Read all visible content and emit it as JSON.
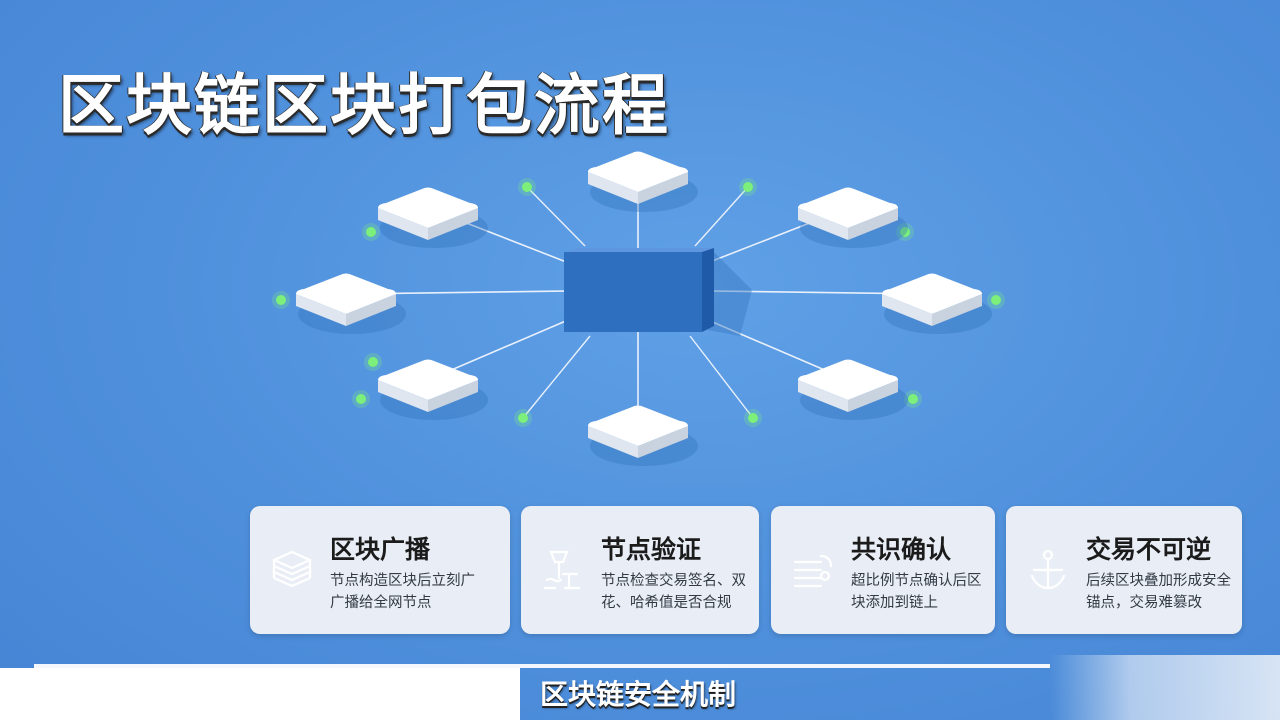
{
  "title": "区块链区块打包流程",
  "colors": {
    "background": "#4f90dc",
    "center_block": "#2f6fc0",
    "node": "#ffffff",
    "status_dot": "#7cf07a",
    "card_bg": "#e9eef6"
  },
  "diagram": {
    "center": {
      "icon": "blue-block-cube"
    },
    "nodes_count": 8
  },
  "cards": [
    {
      "title": "区块广播",
      "desc": [
        "节点构造区块后立刻广",
        "广播给全网节点"
      ],
      "icon": "stack-layers-icon"
    },
    {
      "title": "节点验证",
      "desc": [
        "节点检查交易签名、双",
        "花、哈希值是否合规"
      ],
      "icon": "verify-scale-icon"
    },
    {
      "title": "共识确认",
      "desc": [
        "超比例节点确认后区",
        "块添加到链上"
      ],
      "icon": "ledger-stack-icon"
    },
    {
      "title": "交易不可逆",
      "desc": [
        "后续区块叠加形成安全",
        "锚点，交易难篡改"
      ],
      "icon": "anchor-icon"
    }
  ],
  "footer": "区块链安全机制"
}
